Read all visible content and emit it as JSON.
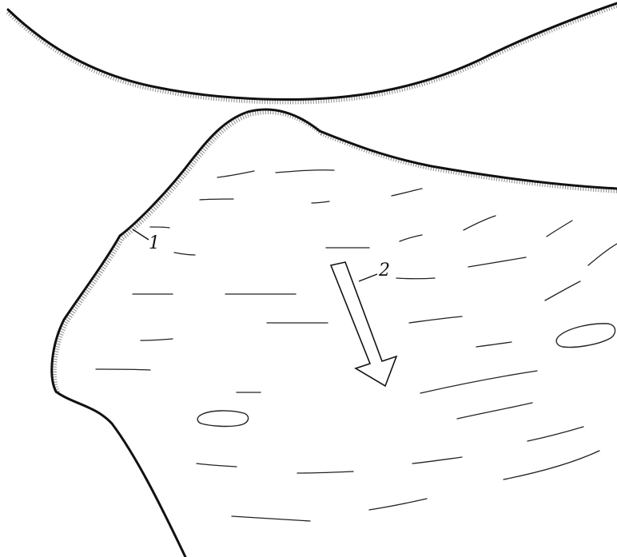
{
  "diagram": {
    "labels": [
      {
        "id": "1",
        "text": "1"
      },
      {
        "id": "2",
        "text": "2"
      }
    ]
  }
}
